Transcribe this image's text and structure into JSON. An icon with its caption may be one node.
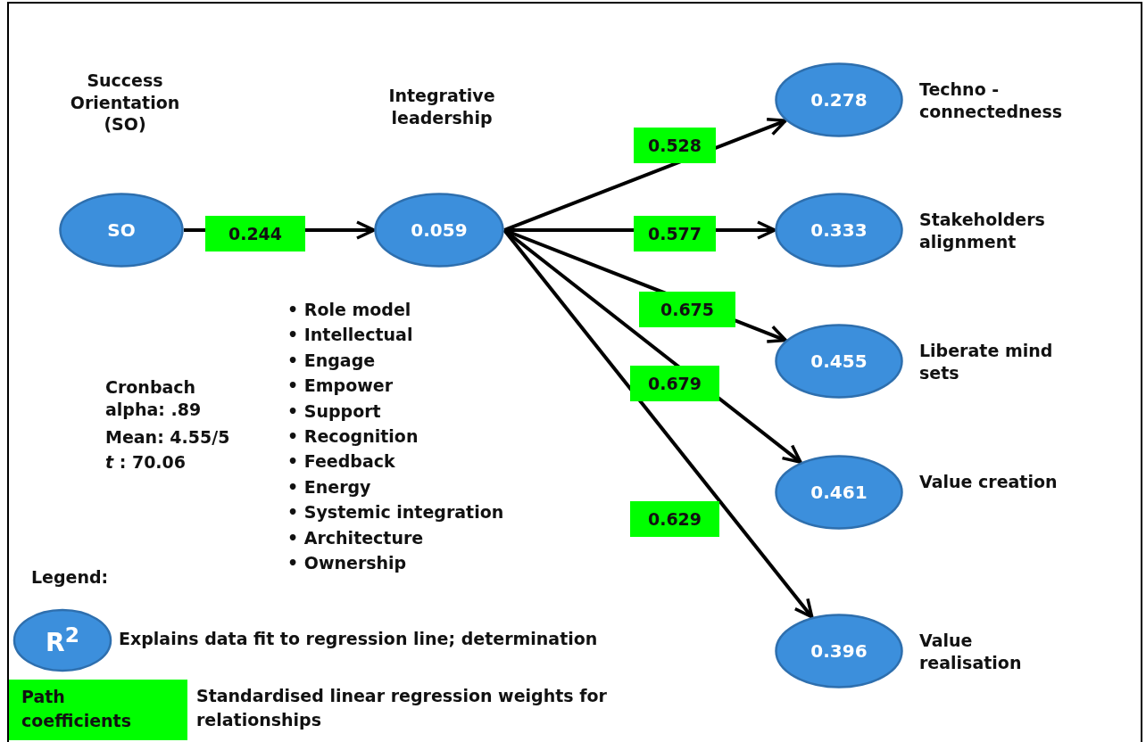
{
  "diagram": {
    "nodes": [
      {
        "text": [
          "Success Orientation (SO)",
          "SO"
        ]
      },
      {
        "text": [
          "Integrative leadership",
          "0.059"
        ],
        "beside": [
          "• Role model",
          "• Intellectual",
          "• Engage",
          "• Empower",
          "• Support",
          "• Recognition",
          "• Feedback",
          "• Energy",
          "• Systemic integration",
          "• Architecture",
          "• Ownership"
        ]
      },
      {
        "text": [
          "0.278",
          "Techno - connectedness"
        ]
      },
      {
        "text": [
          "0.333",
          "Stakeholders alignment"
        ]
      },
      {
        "text": [
          "0.455",
          "Liberate mind sets"
        ]
      },
      {
        "text": [
          "0.461",
          "Value creation"
        ]
      },
      {
        "text": [
          "0.396",
          "Value realisation"
        ]
      }
    ],
    "edges": [
      {
        "from": 0,
        "to": 1,
        "arrow": "to",
        "label": "0.244"
      },
      {
        "from": 1,
        "to": 2,
        "arrow": "to",
        "label": "0.528"
      },
      {
        "from": 1,
        "to": 3,
        "arrow": "to",
        "label": "0.577"
      },
      {
        "from": 1,
        "to": 4,
        "arrow": "to",
        "label": "0.675"
      },
      {
        "from": 1,
        "to": 5,
        "arrow": "to",
        "label": "0.679"
      },
      {
        "from": 1,
        "to": 6,
        "arrow": "to",
        "label": "0.629"
      }
    ],
    "labels": [
      "Cronbach alpha: .89",
      "Mean: 4.55/5",
      "*t* : 70.06",
      "Legend:",
      "R$^{2}$",
      "Path coefficients"
    ],
    "legend": [
      {
        "text": "Explains data fit to regression line; determination"
      },
      {
        "text": "Standardised linear regression weights for relationships",
        "color": "#00ff00"
      }
    ]
  }
}
